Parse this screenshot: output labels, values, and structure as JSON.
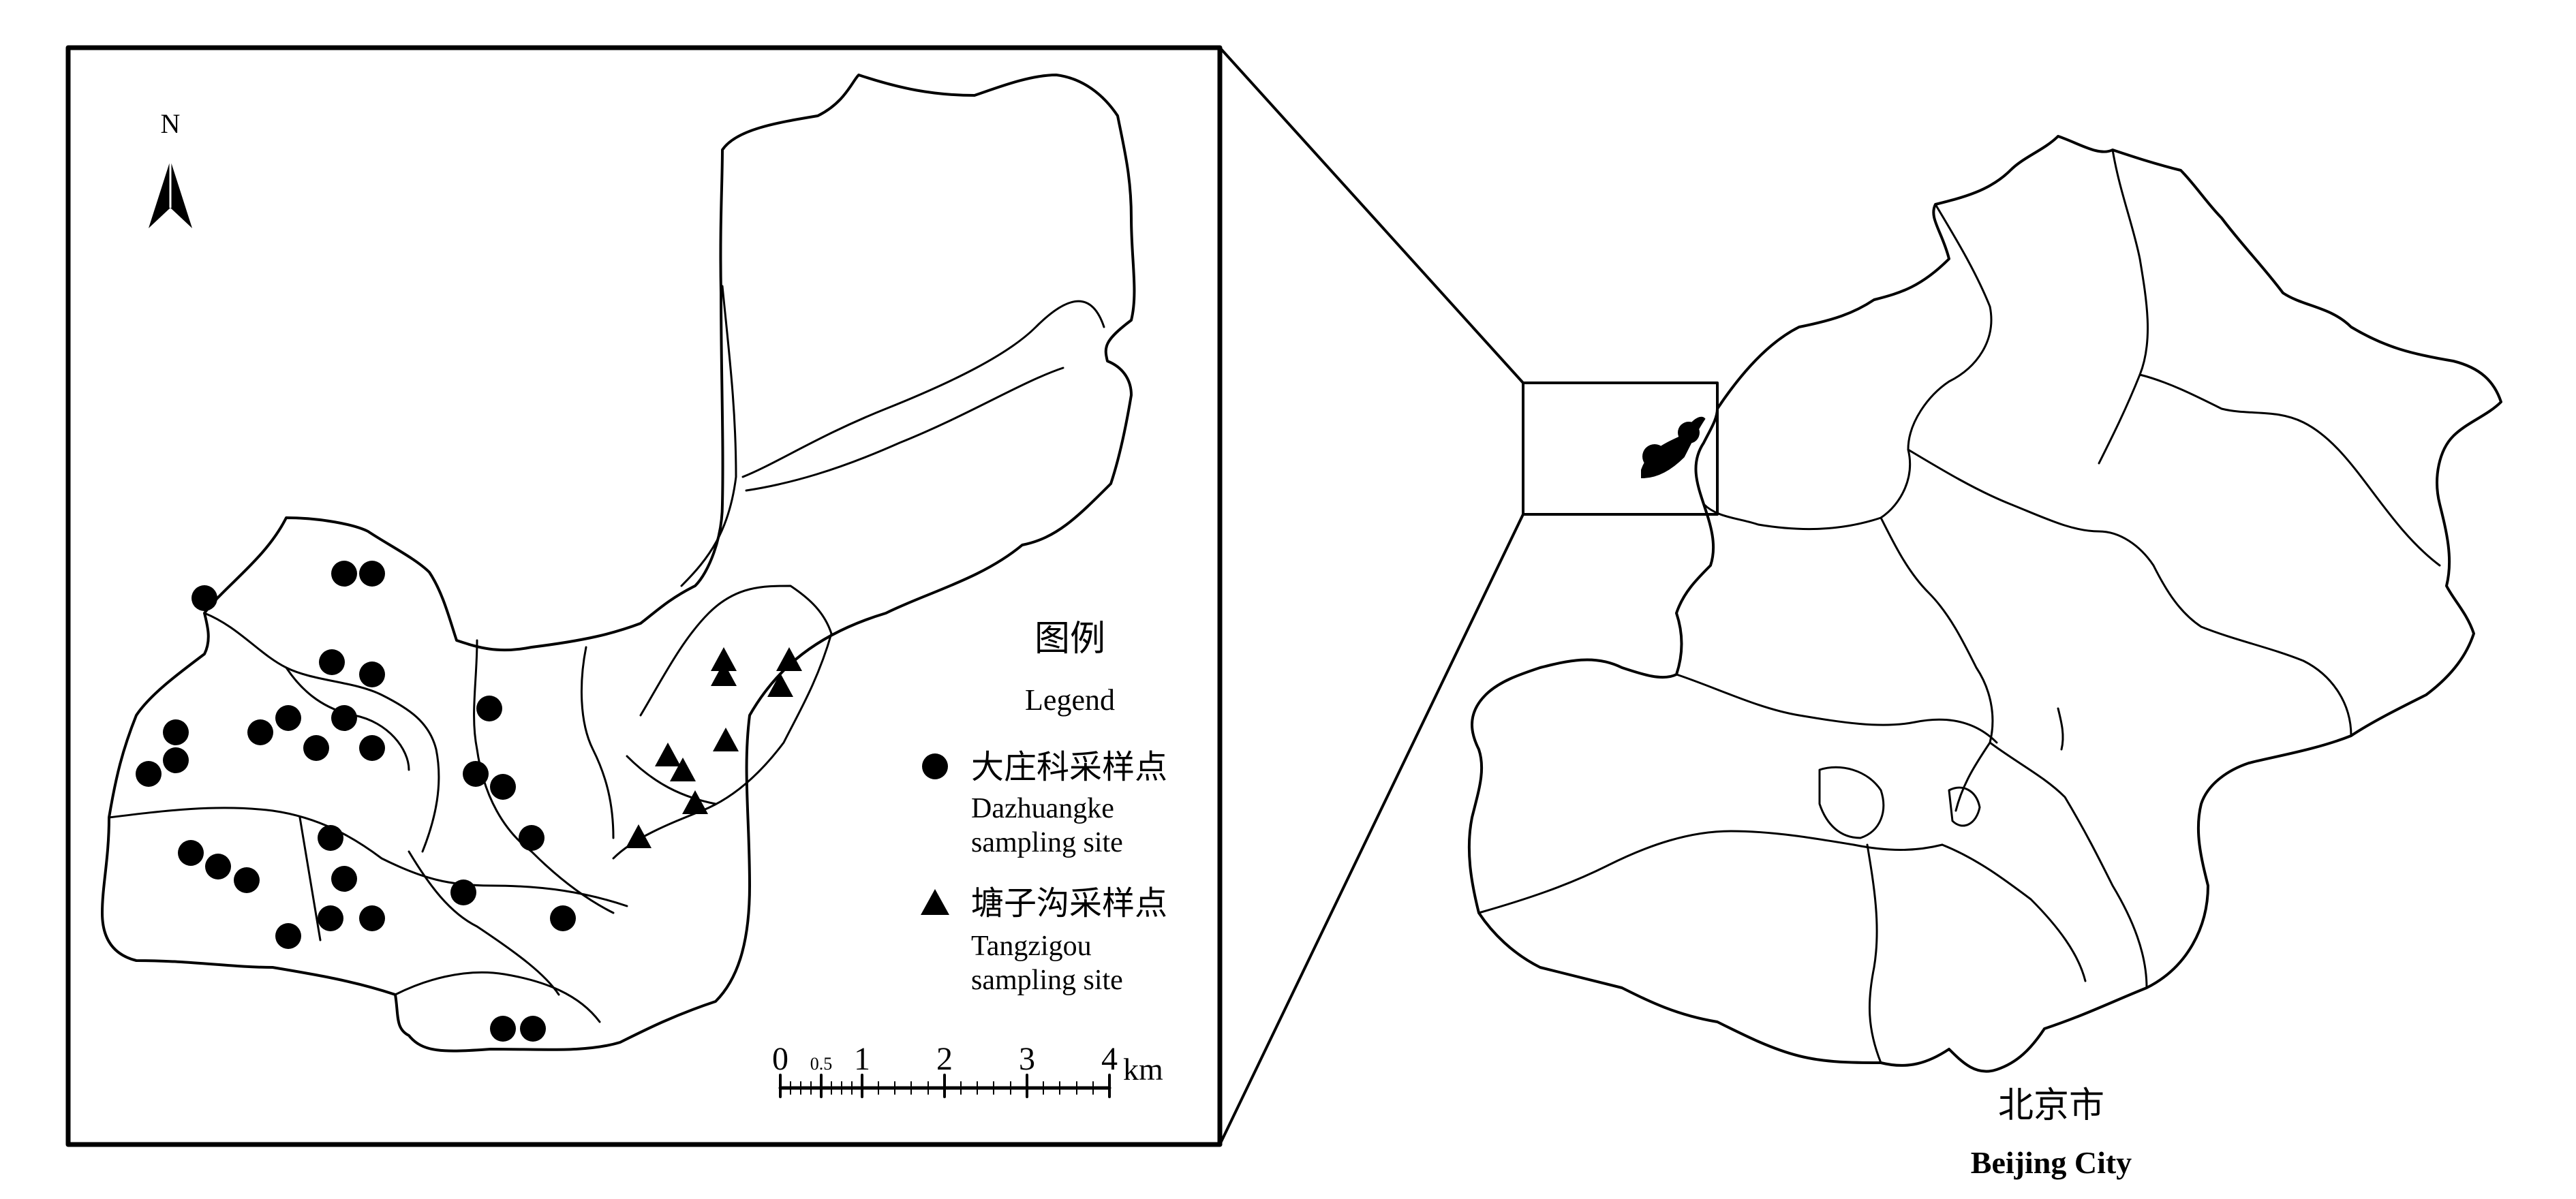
{
  "north_label": "N",
  "legend": {
    "title_cn": "图例",
    "title_en": "Legend",
    "items": [
      {
        "symbol": "circle",
        "label_cn": "大庄科采样点",
        "label_en_1": "Dazhuangke",
        "label_en_2": "sampling site"
      },
      {
        "symbol": "triangle",
        "label_cn": "塘子沟采样点",
        "label_en_1": "Tangzigou",
        "label_en_2": "sampling site"
      }
    ]
  },
  "scale_bar": {
    "ticks": [
      "0",
      "0.5",
      "1",
      "2",
      "3",
      "4"
    ],
    "unit": "km"
  },
  "city_label_cn": "北京市",
  "city_label_en": "Beijing City",
  "colors": {
    "ink": "#000000",
    "background": "#ffffff"
  }
}
